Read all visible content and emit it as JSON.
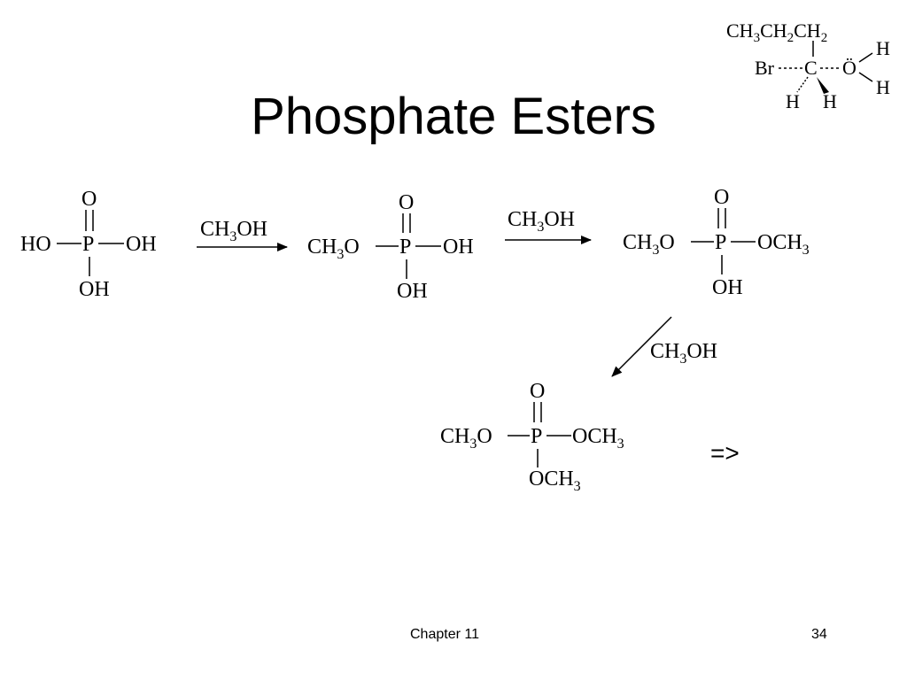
{
  "slide": {
    "title": "Phosphate Esters",
    "footer_left": "Chapter 11",
    "page_number": "34",
    "next_link": "=>"
  },
  "corner_molecule": {
    "chain_main": "CH",
    "chain_sub1": "3",
    "chain_mid": "CH",
    "chain_sub2": "2",
    "chain_end": "CH",
    "chain_sub3": "2",
    "br": "Br",
    "c": "C",
    "o": "Ö",
    "h_top": "H",
    "h_bottom": "H",
    "h_left": "H",
    "h_right": "H"
  },
  "reagent": {
    "ch3": "CH",
    "sub": "3",
    "oh": "OH"
  },
  "molecules": {
    "phosphoric_acid": {
      "top": "O",
      "left": "HO",
      "center": "P",
      "right": "OH",
      "bottom": "OH"
    },
    "monoester": {
      "top": "O",
      "left_main": "CH",
      "left_sub": "3",
      "left_end": "O",
      "center": "P",
      "right": "OH",
      "bottom": "OH"
    },
    "diester": {
      "top": "O",
      "left_main": "CH",
      "left_sub": "3",
      "left_end": "O",
      "center": "P",
      "right_main": "OCH",
      "right_sub": "3",
      "bottom": "OH"
    },
    "triester": {
      "top": "O",
      "left_main": "CH",
      "left_sub": "3",
      "left_end": "O",
      "center": "P",
      "right_main": "OCH",
      "right_sub": "3",
      "bottom_main": "OCH",
      "bottom_sub": "3"
    }
  }
}
